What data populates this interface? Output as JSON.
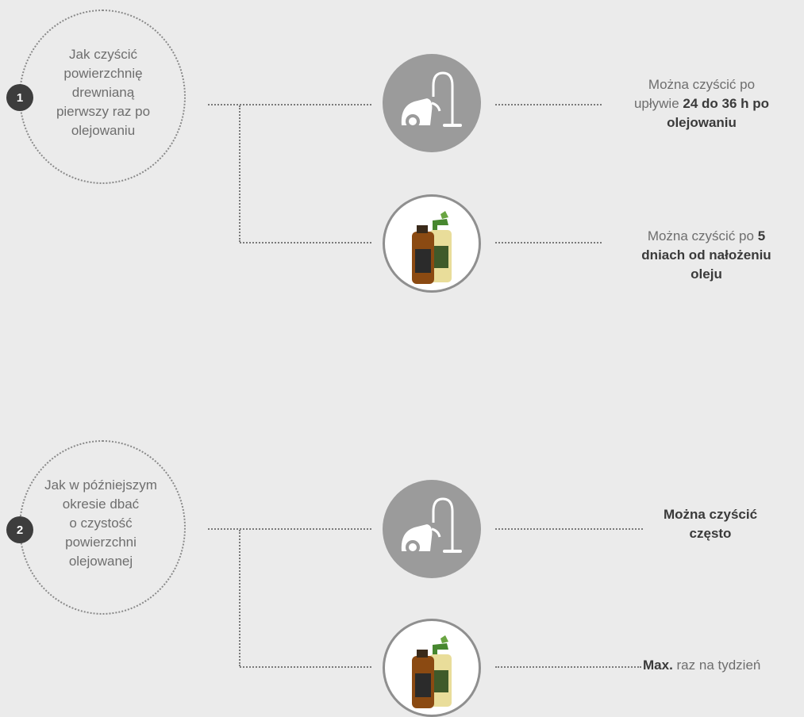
{
  "sections": [
    {
      "number": "1",
      "question": [
        "Jak czyścić",
        "powierzchnię",
        "drewnianą",
        "pierwszy raz po",
        "olejowaniu"
      ],
      "vacuum_answer": {
        "pre1": "Można czyścić po",
        "pre2": "upływie ",
        "bold1": "24 do 36 h po",
        "bold2": "olejowaniu"
      },
      "product_answer": {
        "pre": "Można czyścić po ",
        "bold1": "5",
        "bold2": "dniach od nałożeniu",
        "bold3": "oleju"
      }
    },
    {
      "number": "2",
      "question": [
        "Jak w późniejszym",
        "okresie dbać",
        "o czystość",
        "powierzchni",
        "olejowanej"
      ],
      "vacuum_answer": {
        "bold1": "Można czyścić",
        "bold2": "często"
      },
      "product_answer": {
        "bold": "Max.",
        "rest": " raz na tydzień"
      }
    }
  ],
  "icons": [
    "vacuum-cleaner-icon",
    "cleaning-products-icon"
  ],
  "colors": {
    "background": "#ebebeb",
    "badge": "#3d3d3d",
    "icon_circle": "#9b9b9b",
    "text": "#6e6e6e",
    "bold_text": "#3a3a3a"
  }
}
